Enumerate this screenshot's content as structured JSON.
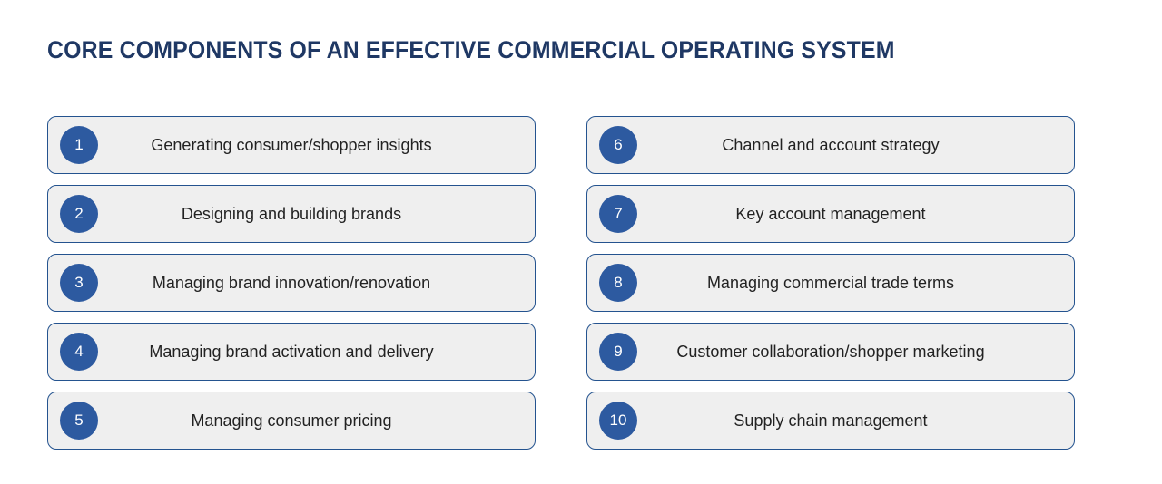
{
  "title": "CORE COMPONENTS OF AN EFFECTIVE COMMERCIAL OPERATING SYSTEM",
  "colors": {
    "title_text": "#1f3864",
    "badge_fill": "#2d5aa0",
    "badge_text": "#ffffff",
    "box_fill": "#efefef",
    "box_border": "#24538f",
    "box_text": "#222222",
    "background": "#ffffff"
  },
  "items": [
    {
      "number": "1",
      "label": "Generating consumer/shopper insights"
    },
    {
      "number": "2",
      "label": "Designing and building brands"
    },
    {
      "number": "3",
      "label": "Managing brand innovation/renovation"
    },
    {
      "number": "4",
      "label": "Managing brand activation and delivery"
    },
    {
      "number": "5",
      "label": "Managing consumer pricing"
    },
    {
      "number": "6",
      "label": "Channel and account strategy"
    },
    {
      "number": "7",
      "label": "Key account management"
    },
    {
      "number": "8",
      "label": "Managing commercial trade terms"
    },
    {
      "number": "9",
      "label": "Customer collaboration/shopper marketing"
    },
    {
      "number": "10",
      "label": "Supply chain management"
    }
  ]
}
